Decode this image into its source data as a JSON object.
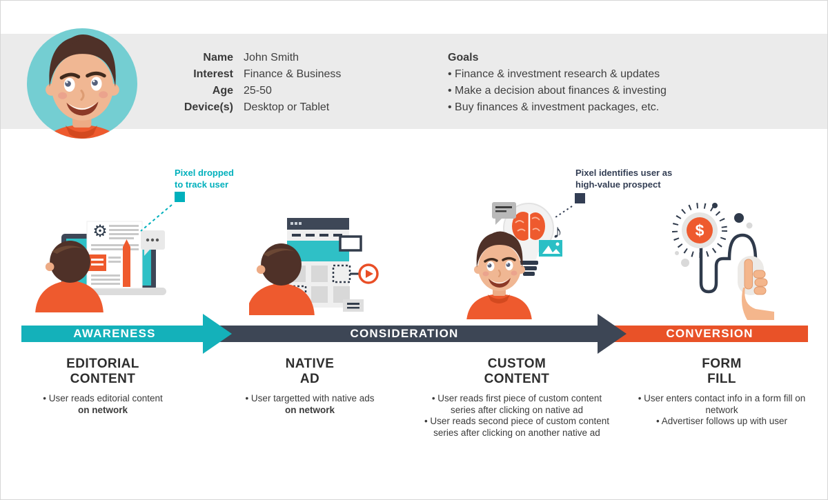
{
  "persona": {
    "name_label": "Name",
    "name_value": "John Smith",
    "interest_label": "Interest",
    "interest_value": "Finance & Business",
    "age_label": "Age",
    "age_value": "25-50",
    "device_label": "Device(s)",
    "device_value": "Desktop or Tablet"
  },
  "goals": {
    "title": "Goals",
    "item1": "• Finance & investment research & updates",
    "item2": "• Make a decision about finances & investing",
    "item3": "• Buy finances & investment packages, etc."
  },
  "annotations": {
    "pixel_drop": {
      "line1": "Pixel dropped",
      "line2": "to track user",
      "color": "#00b0bc"
    },
    "pixel_identify": {
      "line1": "Pixel identifies user as",
      "line2": "high-value prospect",
      "color": "#333e54"
    }
  },
  "timeline": {
    "awareness": {
      "label": "AWARENESS",
      "color": "#14b1ba"
    },
    "consideration": {
      "label": "CONSIDERATION",
      "color": "#3d4655"
    },
    "conversion": {
      "label": "CONVERSION",
      "color": "#e95228"
    }
  },
  "stages": {
    "editorial": {
      "title1": "EDITORIAL",
      "title2": "CONTENT",
      "bullet1": "• User reads editorial content",
      "bullet1_bold": "on network"
    },
    "native": {
      "title1": "NATIVE",
      "title2": "AD",
      "bullet1": "• User targetted with native ads",
      "bullet1_bold": "on network"
    },
    "custom": {
      "title1": "CUSTOM",
      "title2": "CONTENT",
      "bullet1": "• User reads first piece of custom content series after clicking on native ad",
      "bullet2": "• User reads second piece of custom content series after clicking on another native ad"
    },
    "form": {
      "title1": "FORM",
      "title2": "FILL",
      "bullet1": "• User enters contact info in a form fill on network",
      "bullet2": "• Advertiser follows up with user"
    }
  },
  "icons": {
    "gear": "⚙",
    "music_note": "♪",
    "dollar": "$"
  },
  "palette": {
    "teal": "#14b1ba",
    "navy": "#3d4655",
    "orange": "#e95228",
    "band_gray": "#ebebeb"
  }
}
